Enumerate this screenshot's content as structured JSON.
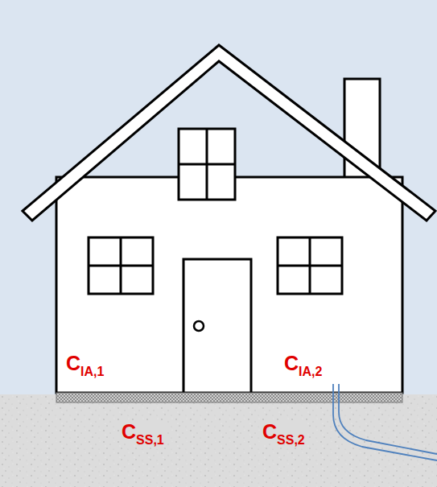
{
  "diagram": {
    "labels": [
      "C",
      "IA,1",
      "C",
      "IA,2",
      "C",
      "SS,1",
      "C",
      "SS,2"
    ]
  }
}
